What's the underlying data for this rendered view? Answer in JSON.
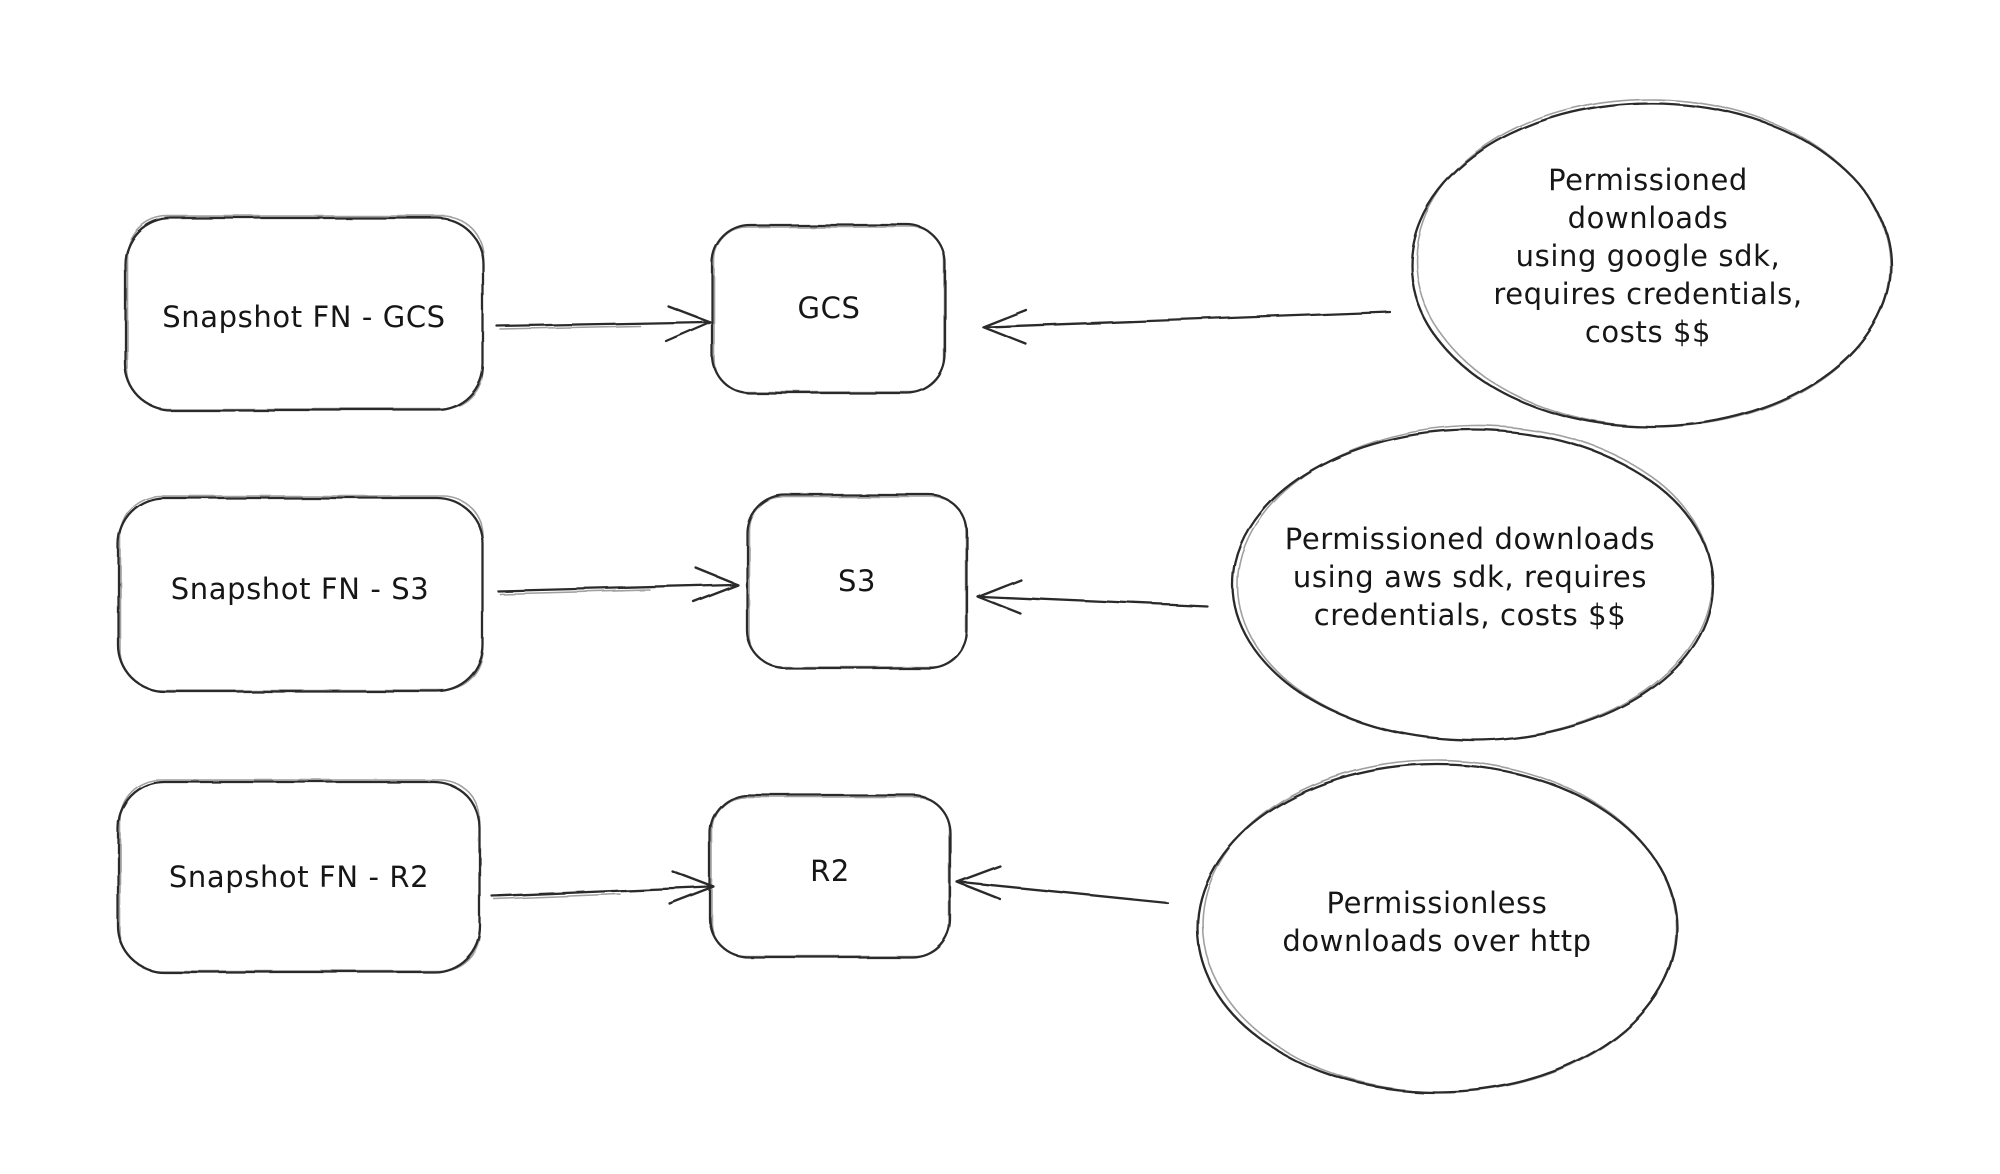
{
  "canvas": {
    "background": "#ffffff",
    "stroke_color": "#2a2a2a",
    "text_color": "#161616",
    "style": "hand-drawn-whiteboard"
  },
  "nodes": {
    "snapshot_fn_gcs": {
      "label": "Snapshot FN - GCS",
      "shape": "rounded-rectangle"
    },
    "gcs": {
      "label": "GCS",
      "shape": "rounded-rectangle"
    },
    "note_gcs": {
      "label": "Permissioned downloads\nusing google sdk,\nrequires credentials,\ncosts $$",
      "shape": "ellipse"
    },
    "snapshot_fn_s3": {
      "label": "Snapshot FN - S3",
      "shape": "rounded-rectangle"
    },
    "s3": {
      "label": "S3",
      "shape": "rounded-rectangle"
    },
    "note_s3": {
      "label": "Permissioned downloads\nusing aws sdk, requires\ncredentials, costs $$",
      "shape": "ellipse"
    },
    "snapshot_fn_r2": {
      "label": "Snapshot FN - R2",
      "shape": "rounded-rectangle"
    },
    "r2": {
      "label": "R2",
      "shape": "rounded-rectangle"
    },
    "note_r2": {
      "label": "Permissionless\ndownloads over http",
      "shape": "ellipse"
    }
  },
  "edges": [
    {
      "from": "snapshot_fn_gcs",
      "to": "gcs",
      "type": "arrow",
      "arrowhead": "open"
    },
    {
      "from": "note_gcs",
      "to": "gcs",
      "type": "arrow",
      "arrowhead": "open"
    },
    {
      "from": "snapshot_fn_s3",
      "to": "s3",
      "type": "arrow",
      "arrowhead": "open"
    },
    {
      "from": "note_s3",
      "to": "s3",
      "type": "arrow",
      "arrowhead": "open"
    },
    {
      "from": "snapshot_fn_r2",
      "to": "r2",
      "type": "arrow",
      "arrowhead": "open"
    },
    {
      "from": "note_r2",
      "to": "r2",
      "type": "arrow",
      "arrowhead": "open"
    }
  ]
}
